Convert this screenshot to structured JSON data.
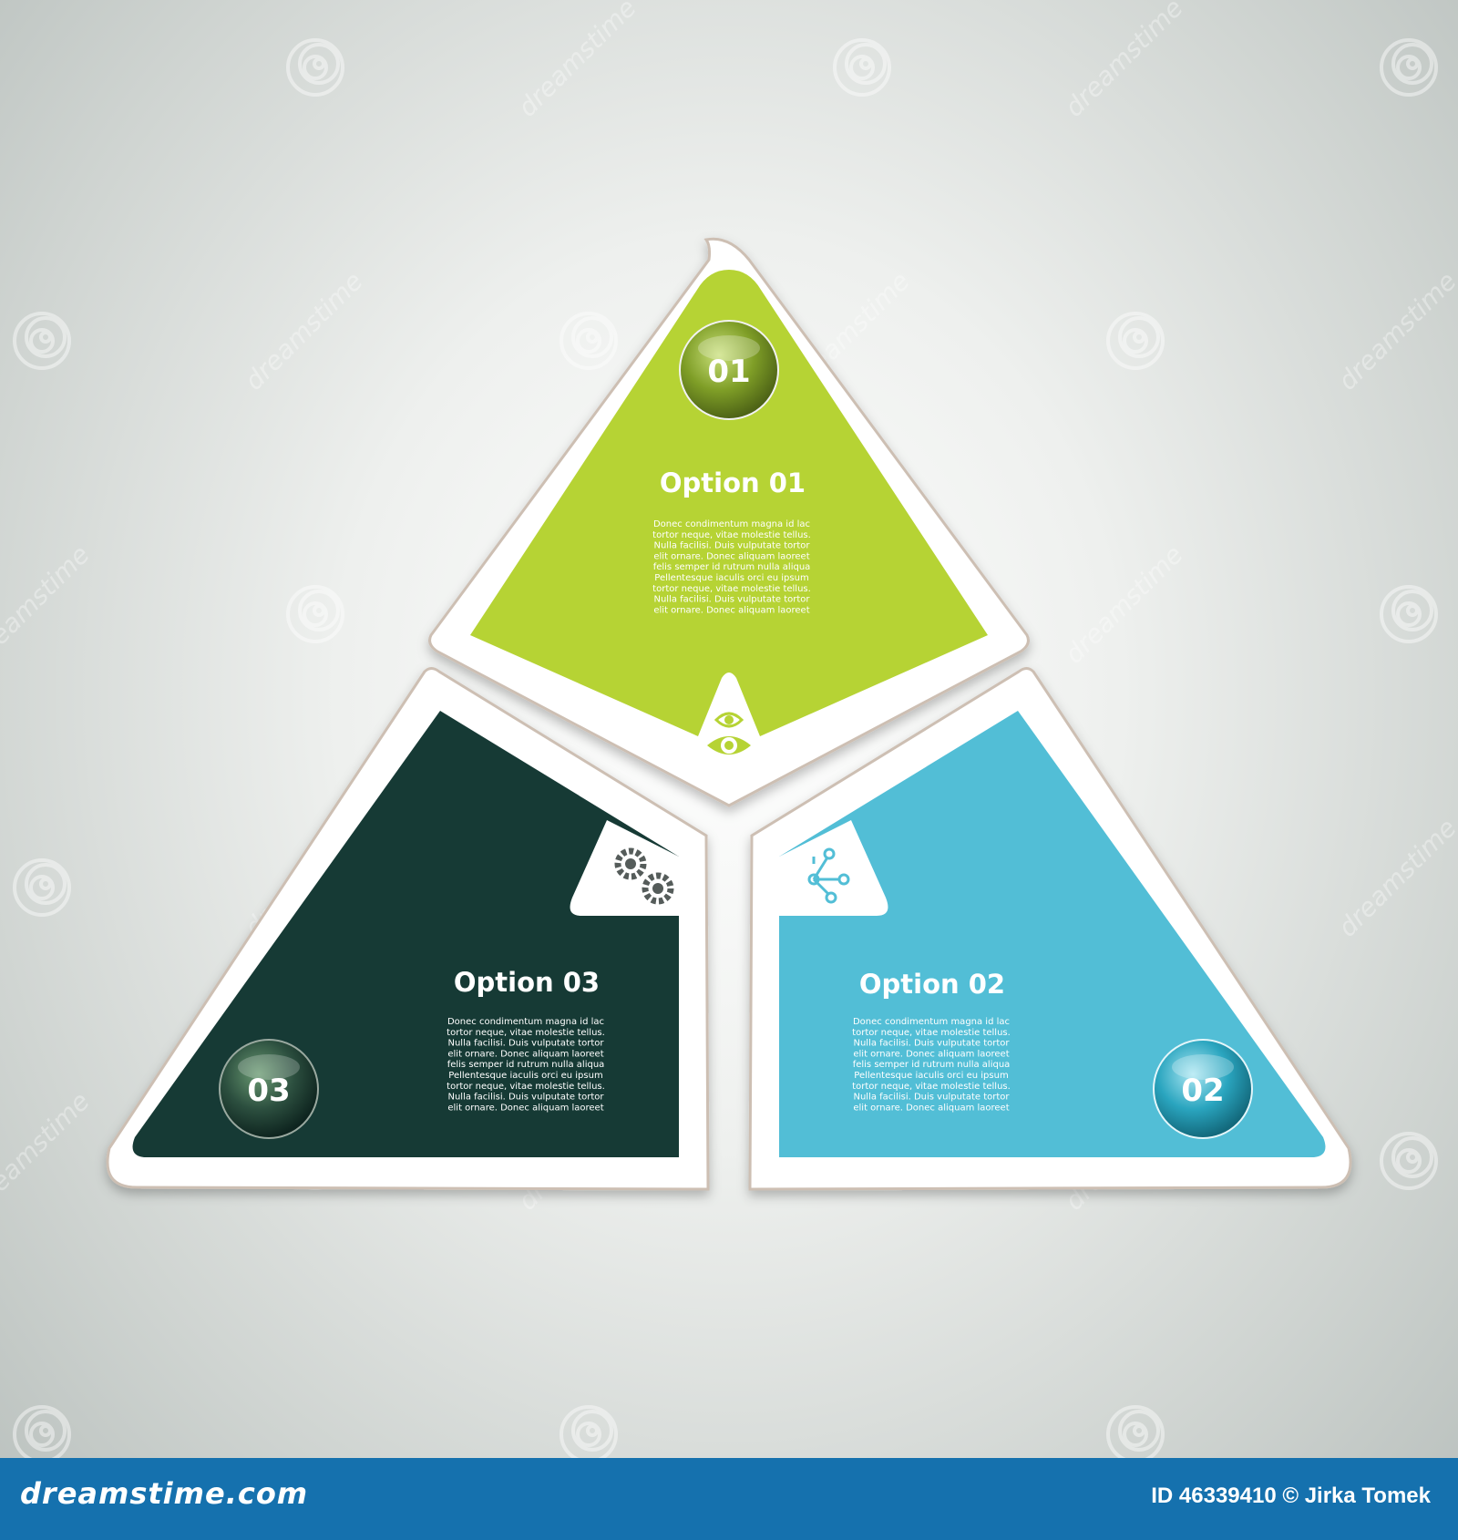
{
  "colors": {
    "segment_01": "#b6d334",
    "segment_02": "#52bed6",
    "segment_03": "#163a35",
    "frame": "#ffffff",
    "footer": "#1571ae"
  },
  "segments": [
    {
      "number": "01",
      "title": "Option 01",
      "icon": "eye-icon",
      "text_lines": [
        "Donec condimentum magna id lac",
        "tortor neque, vitae molestie tellus.",
        "Nulla facilisi. Duis vulputate tortor",
        "elit ornare. Donec aliquam laoreet",
        "felis semper id rutrum nulla aliqua",
        "Pellentesque iaculis orci eu ipsum",
        "tortor neque, vitae molestie tellus.",
        "Nulla facilisi. Duis vulputate tortor",
        "elit ornare. Donec aliquam laoreet"
      ]
    },
    {
      "number": "02",
      "title": "Option 02",
      "icon": "share-icon",
      "text_lines": [
        "Donec condimentum magna id lac",
        "tortor neque, vitae molestie tellus.",
        "Nulla facilisi. Duis vulputate tortor",
        "elit ornare. Donec aliquam laoreet",
        "felis semper id rutrum nulla aliqua",
        "Pellentesque iaculis orci eu ipsum",
        "tortor neque, vitae molestie tellus.",
        "Nulla facilisi. Duis vulputate tortor",
        "elit ornare. Donec aliquam laoreet"
      ]
    },
    {
      "number": "03",
      "title": "Option 03",
      "icon": "gears-icon",
      "text_lines": [
        "Donec condimentum magna id lac",
        "tortor neque, vitae molestie tellus.",
        "Nulla facilisi. Duis vulputate tortor",
        "elit ornare. Donec aliquam laoreet",
        "felis semper id rutrum nulla aliqua",
        "Pellentesque iaculis orci eu ipsum",
        "tortor neque, vitae molestie tellus.",
        "Nulla facilisi. Duis vulputate tortor",
        "elit ornare. Donec aliquam laoreet"
      ]
    }
  ],
  "watermark": {
    "text": "dreamstime"
  },
  "footer": {
    "site": "dreamstime.com",
    "credit": "ID 46339410 © Jirka Tomek"
  }
}
